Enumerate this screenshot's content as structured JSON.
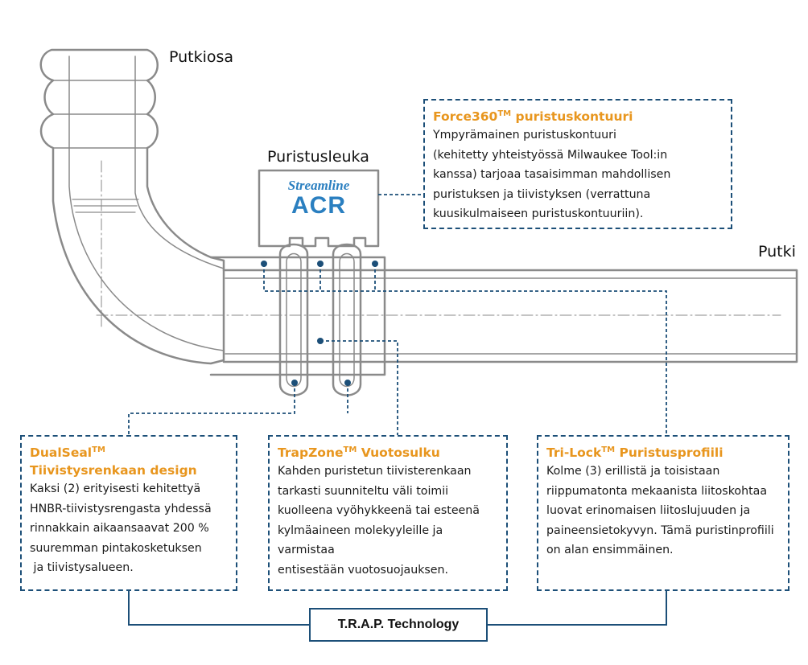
{
  "labels": {
    "putkiosa": "Putkiosa",
    "puristusleuka": "Puristusleuka",
    "putki": "Putki"
  },
  "logo": {
    "line1": "Streamline",
    "line2": "ACR"
  },
  "force360": {
    "title_main": "Force360",
    "title_tm": "TM",
    "title_rest": " puristuskontuuri",
    "body": [
      "Ympyrämainen puristuskontuuri",
      "(kehitetty yhteistyössä Milwaukee Tool:in",
      "kanssa) tarjoaa tasaisimman mahdollisen",
      "puristuksen ja tiivistyksen (verrattuna",
      "kuusikulmaiseen puristuskontuuriin)."
    ]
  },
  "dualseal": {
    "title_main": "DualSeal",
    "title_tm": "TM",
    "title_line2": "Tiivistysrenkaan design",
    "body": [
      "Kaksi (2) erityisesti kehitettyä",
      "HNBR-tiivistysrengasta yhdessä",
      "rinnakkain aikaansaavat 200 %",
      "suuremman pintakosketuksen",
      " ja tiivistysalueen."
    ]
  },
  "trapzone": {
    "title_main": "TrapZone",
    "title_tm": "TM",
    "title_rest": " Vuotosulku",
    "body": [
      "Kahden puristetun tiivisterenkaan",
      "tarkasti suunniteltu väli toimii",
      "kuolleena vyöhykkeenä tai esteenä",
      "kylmäaineen molekyyleille ja varmistaa",
      "entisestään vuotosuojauksen."
    ]
  },
  "trilock": {
    "title_main": "Tri-Lock",
    "title_tm": "TM",
    "title_rest": " Puristusprofiili",
    "body": [
      "Kolme (3) erillistä ja toisistaan",
      "riippumatonta mekaanista liitoskohtaa",
      "luovat erinomaisen liitoslujuuden ja",
      "paineensietokyvyn. Tämä puristinprofiili",
      "on alan ensimmäinen."
    ]
  },
  "trap_technology": "T.R.A.P. Technology",
  "colors": {
    "accent": "#e8961e",
    "callout": "#1c4f78",
    "outline": "#8a8a8a",
    "logo_blue": "#2a7fc0"
  }
}
